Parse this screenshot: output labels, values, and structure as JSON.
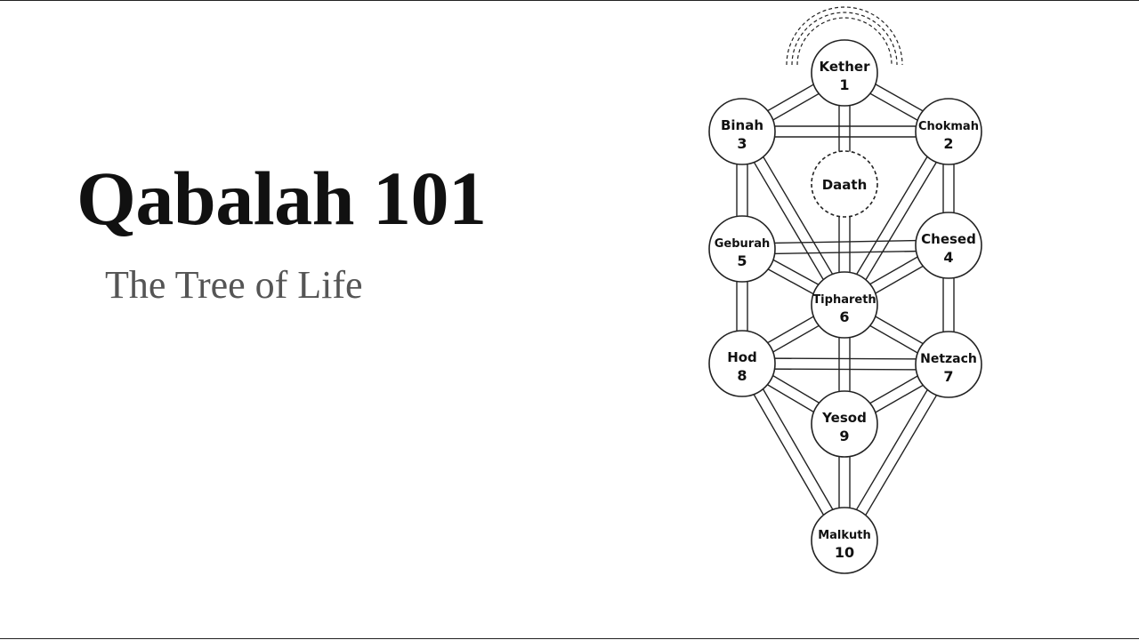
{
  "slide": {
    "title": "Qabalah 101",
    "subtitle": "The Tree of Life"
  },
  "tree": {
    "sephirot": [
      {
        "id": "kether",
        "name": "Kether",
        "number": "1"
      },
      {
        "id": "chokmah",
        "name": "Chokmah",
        "number": "2"
      },
      {
        "id": "binah",
        "name": "Binah",
        "number": "3"
      },
      {
        "id": "daath",
        "name": "Daath",
        "number": ""
      },
      {
        "id": "chesed",
        "name": "Chesed",
        "number": "4"
      },
      {
        "id": "geburah",
        "name": "Geburah",
        "number": "5"
      },
      {
        "id": "tiphareth",
        "name": "Tiphareth",
        "number": "6"
      },
      {
        "id": "netzach",
        "name": "Netzach",
        "number": "7"
      },
      {
        "id": "hod",
        "name": "Hod",
        "number": "8"
      },
      {
        "id": "yesod",
        "name": "Yesod",
        "number": "9"
      },
      {
        "id": "malkuth",
        "name": "Malkuth",
        "number": "10"
      }
    ],
    "paths": [
      [
        "kether",
        "chokmah"
      ],
      [
        "kether",
        "binah"
      ],
      [
        "kether",
        "tiphareth"
      ],
      [
        "chokmah",
        "binah"
      ],
      [
        "chokmah",
        "chesed"
      ],
      [
        "chokmah",
        "tiphareth"
      ],
      [
        "binah",
        "geburah"
      ],
      [
        "binah",
        "tiphareth"
      ],
      [
        "chesed",
        "geburah"
      ],
      [
        "chesed",
        "tiphareth"
      ],
      [
        "chesed",
        "netzach"
      ],
      [
        "geburah",
        "tiphareth"
      ],
      [
        "geburah",
        "hod"
      ],
      [
        "tiphareth",
        "netzach"
      ],
      [
        "tiphareth",
        "hod"
      ],
      [
        "tiphareth",
        "yesod"
      ],
      [
        "netzach",
        "hod"
      ],
      [
        "netzach",
        "yesod"
      ],
      [
        "netzach",
        "malkuth"
      ],
      [
        "hod",
        "yesod"
      ],
      [
        "hod",
        "malkuth"
      ],
      [
        "yesod",
        "malkuth"
      ]
    ]
  }
}
